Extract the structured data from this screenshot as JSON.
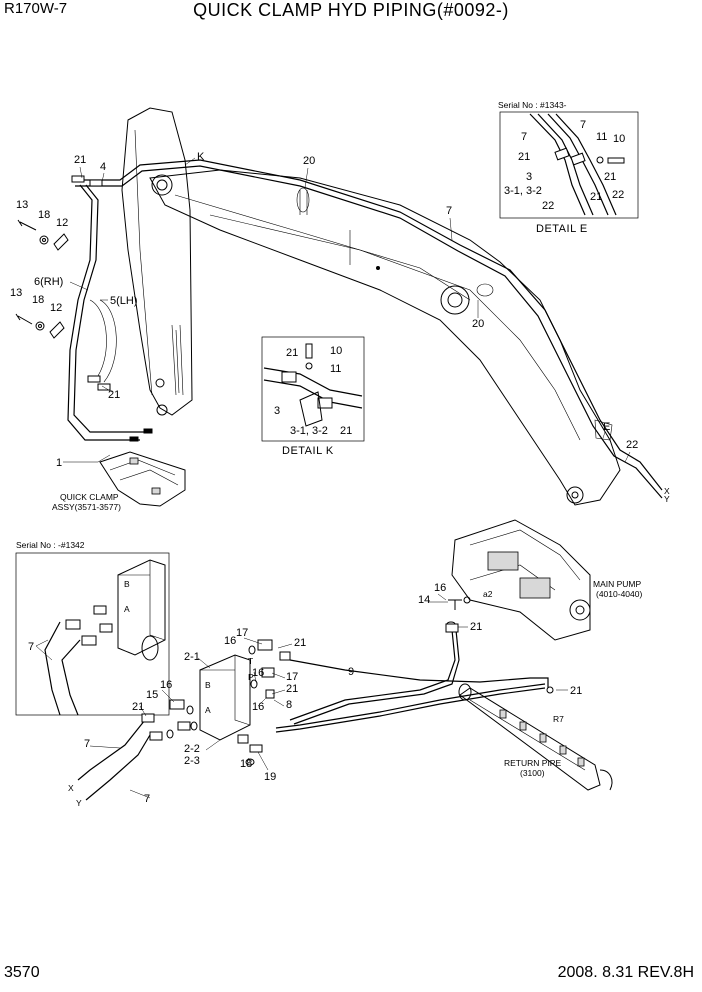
{
  "header": {
    "model": "R170W-7",
    "title": "QUICK CLAMP HYD PIPING(#0092-)"
  },
  "footer": {
    "page_number": "3570",
    "date_rev": "2008. 8.31  REV.8H"
  },
  "detail_e": {
    "serial": "Serial No : #1343-",
    "caption": "DETAIL  E",
    "labels": [
      "7",
      "7",
      "11",
      "10",
      "21",
      "21",
      "3",
      "21",
      "3-1, 3-2",
      "22",
      "22"
    ]
  },
  "detail_k": {
    "caption": "DETAIL  K",
    "labels": [
      "21",
      "10",
      "11",
      "3",
      "3-1, 3-2",
      "21"
    ]
  },
  "serial_box": {
    "serial": "Serial No : -#1342",
    "labels": [
      "7",
      "B",
      "A"
    ]
  },
  "boom_labels": [
    "21",
    "4",
    "20",
    "7",
    "20",
    "E",
    "22",
    "X",
    "Y",
    "K"
  ],
  "left_labels": [
    "13",
    "18",
    "12",
    "6(RH)",
    "5(LH)",
    "13",
    "18",
    "12",
    "21",
    "1"
  ],
  "quick_clamp": {
    "line1": "QUICK CLAMP",
    "line2": "ASSY(3571-3577)"
  },
  "main_pump": {
    "line1": "MAIN PUMP",
    "line2": "(4010-4040)",
    "port_label": "a2"
  },
  "return_pipe": {
    "line1": "RETURN PIPE",
    "line2": "(3100)",
    "port_label": "R7"
  },
  "lower_labels": {
    "n16a": "16",
    "n14": "14",
    "n21a": "21",
    "n9": "9",
    "n21b": "21",
    "n21_valve": "21",
    "n2_1": "2-1",
    "n17a": "17",
    "n16b": "16",
    "n16c": "16",
    "n17b": "17",
    "n21c": "21",
    "n16d": "16",
    "n8": "8",
    "n15": "15",
    "n16e": "16",
    "n21d": "21",
    "n2_2": "2-2",
    "n2_3": "2-3",
    "n18": "18",
    "n19": "19",
    "n7a": "7",
    "n7b": "7",
    "x": "X",
    "y": "Y",
    "port_b": "B",
    "port_a": "A",
    "port_t": "T",
    "port_p": "P"
  }
}
